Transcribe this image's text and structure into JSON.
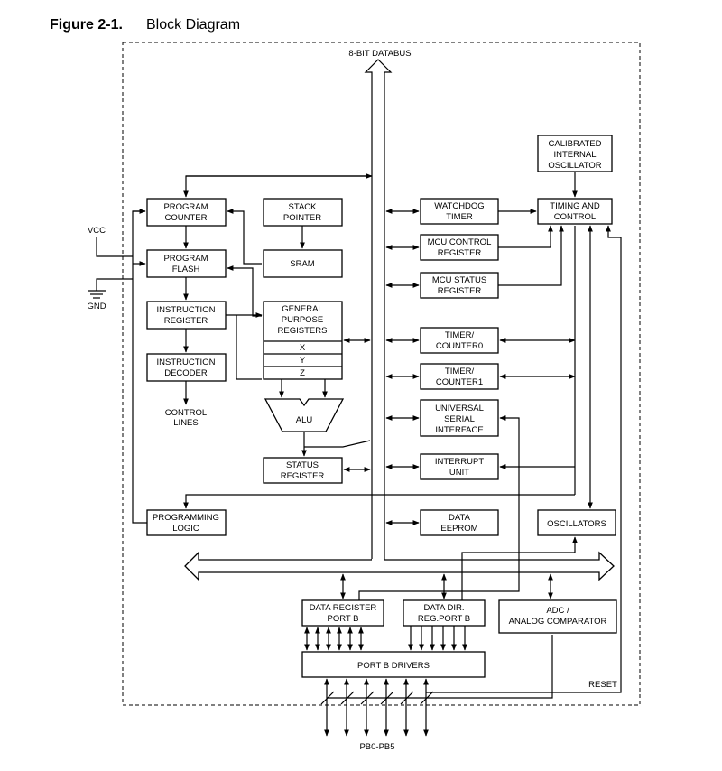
{
  "figure": {
    "label": "Figure 2-1.",
    "title": "Block Diagram"
  },
  "databus_label": "8-BIT DATABUS",
  "vcc": "VCC",
  "gnd": "GND",
  "reset": "RESET",
  "pins": "PB0-PB5",
  "control_lines": [
    "CONTROL",
    "LINES"
  ],
  "blocks": {
    "program_counter": [
      "PROGRAM",
      "COUNTER"
    ],
    "stack_pointer": [
      "STACK",
      "POINTER"
    ],
    "program_flash": [
      "PROGRAM",
      "FLASH"
    ],
    "sram": [
      "SRAM"
    ],
    "instruction_register": [
      "INSTRUCTION",
      "REGISTER"
    ],
    "general_purpose_registers": [
      "GENERAL",
      "PURPOSE",
      "REGISTERS"
    ],
    "gpr_x": "X",
    "gpr_y": "Y",
    "gpr_z": "Z",
    "instruction_decoder": [
      "INSTRUCTION",
      "DECODER"
    ],
    "alu": "ALU",
    "status_register": [
      "STATUS",
      "REGISTER"
    ],
    "programming_logic": [
      "PROGRAMMING",
      "LOGIC"
    ],
    "calibrated_oscillator": [
      "CALIBRATED",
      "INTERNAL",
      "OSCILLATOR"
    ],
    "watchdog_timer": [
      "WATCHDOG",
      "TIMER"
    ],
    "timing_and_control": [
      "TIMING AND",
      "CONTROL"
    ],
    "mcu_control_register": [
      "MCU CONTROL",
      "REGISTER"
    ],
    "mcu_status_register": [
      "MCU STATUS",
      "REGISTER"
    ],
    "timer_counter0": [
      "TIMER/",
      "COUNTER0"
    ],
    "timer_counter1": [
      "TIMER/",
      "COUNTER1"
    ],
    "universal_serial_interface": [
      "UNIVERSAL",
      "SERIAL",
      "INTERFACE"
    ],
    "interrupt_unit": [
      "INTERRUPT",
      "UNIT"
    ],
    "data_eeprom": [
      "DATA",
      "EEPROM"
    ],
    "oscillators": [
      "OSCILLATORS"
    ],
    "data_register_port_b": [
      "DATA REGISTER",
      "PORT B"
    ],
    "data_dir_reg_port_b": [
      "DATA DIR.",
      "REG.PORT B"
    ],
    "adc_analog_comparator": [
      "ADC /",
      "ANALOG COMPARATOR"
    ],
    "port_b_drivers": [
      "PORT B DRIVERS"
    ]
  }
}
